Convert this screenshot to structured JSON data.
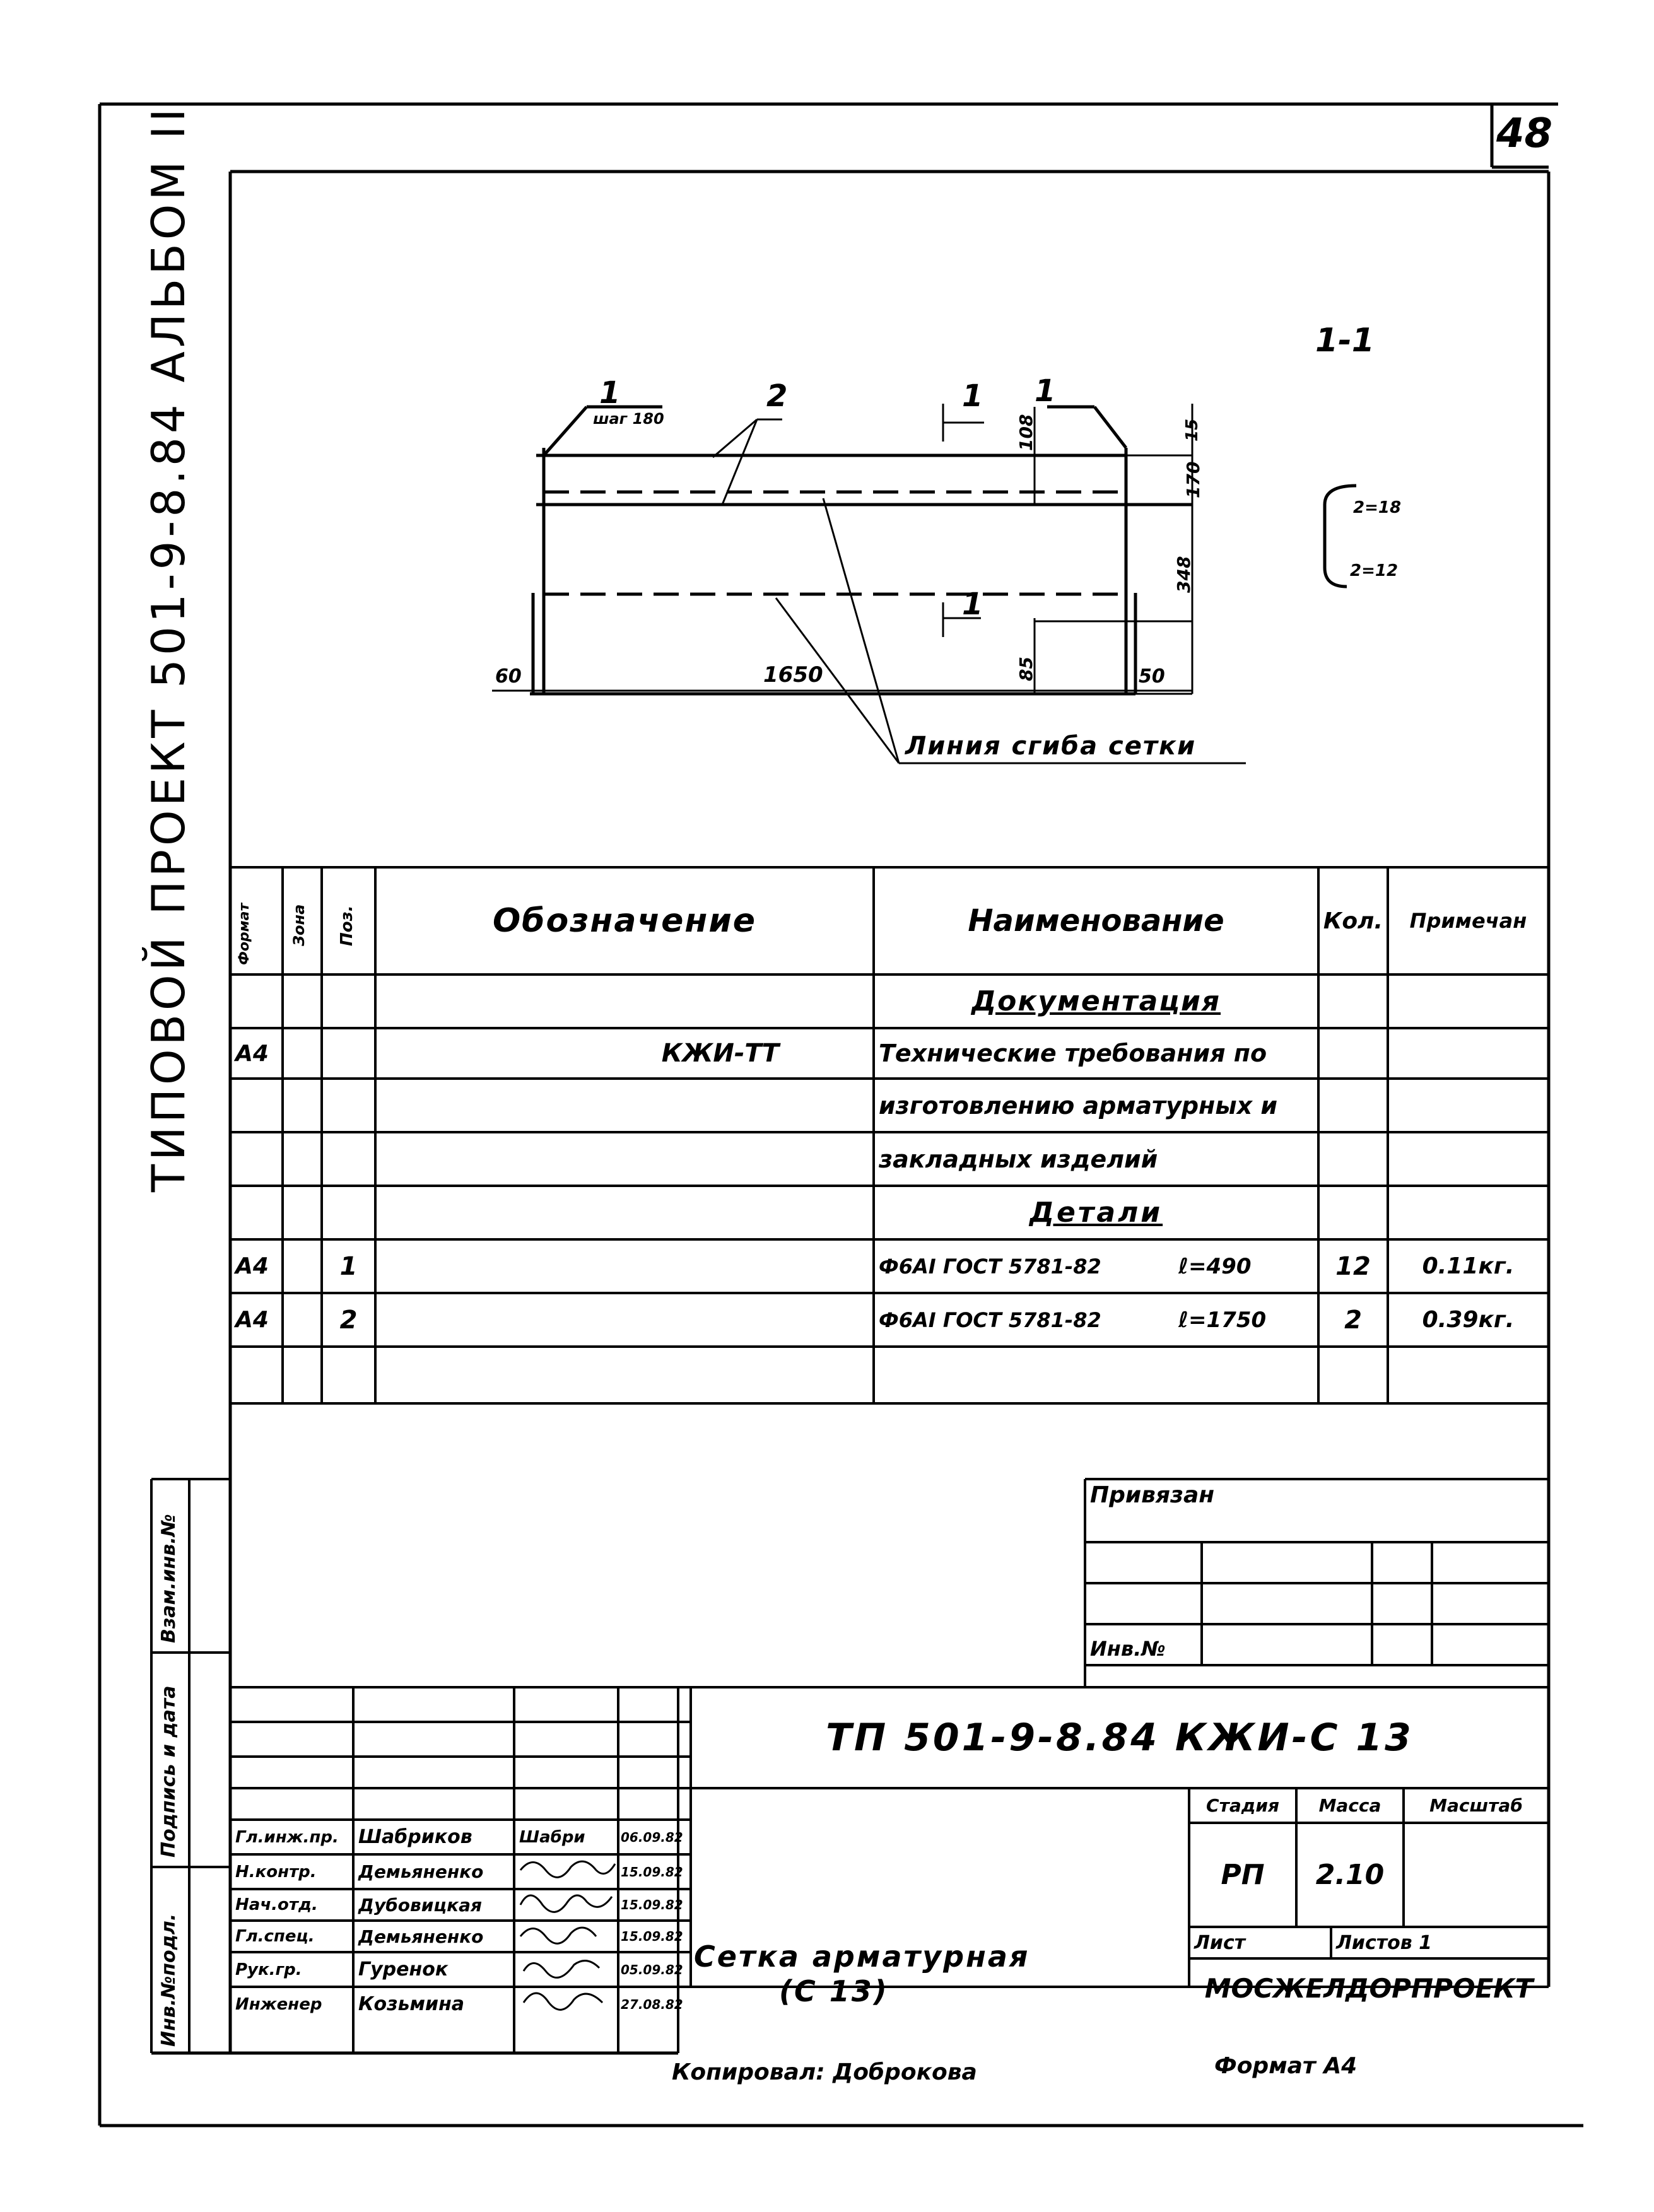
{
  "sheet": {
    "page_number": "48",
    "vertical_title": "ТИПОВОЙ  ПРОЕКТ  501-9-8.84   АЛЬБОМ ІІ"
  },
  "drawing": {
    "section_label": "1-1",
    "labels": {
      "pos1_left": "1",
      "pitch": "шаг 180",
      "pos2": "2",
      "cut_top": "1",
      "pos1_right": "1",
      "cut_bottom": "1",
      "dim_108": "108",
      "dim_15": "15",
      "dim_170": "170",
      "dim_348": "348",
      "dim_85": "85",
      "dim_60": "60",
      "dim_1650": "1650",
      "dim_50": "50",
      "bend_line": "Линия сгиба сетки"
    },
    "section_view": {
      "z_top": "2=18",
      "z_bottom": "2=12"
    }
  },
  "spec": {
    "headers": {
      "format": "Формат",
      "zone": "Зона",
      "pos": "Поз.",
      "designation": "Обозначение",
      "name": "Наименование",
      "qty": "Кол.",
      "note": "Примечан"
    },
    "rows": [
      {
        "format": "",
        "zone": "",
        "pos": "",
        "designation": "",
        "name": "Документация",
        "qty": "",
        "note": ""
      },
      {
        "format": "А4",
        "zone": "",
        "pos": "",
        "designation": "КЖИ-ТТ",
        "name": "Технические требования по",
        "qty": "",
        "note": ""
      },
      {
        "format": "",
        "zone": "",
        "pos": "",
        "designation": "",
        "name": "изготовлению арматурных и",
        "qty": "",
        "note": ""
      },
      {
        "format": "",
        "zone": "",
        "pos": "",
        "designation": "",
        "name": "закладных изделий",
        "qty": "",
        "note": ""
      },
      {
        "format": "",
        "zone": "",
        "pos": "",
        "designation": "",
        "name": "Детали",
        "qty": "",
        "note": ""
      },
      {
        "format": "А4",
        "zone": "",
        "pos": "1",
        "designation": "",
        "name": "Ф6АІ ГОСТ 5781-82",
        "length": "ℓ=490",
        "qty": "12",
        "note": "0.11кг."
      },
      {
        "format": "А4",
        "zone": "",
        "pos": "2",
        "designation": "",
        "name": "Ф6АІ ГОСТ 5781-82",
        "length": "ℓ=1750",
        "qty": "2",
        "note": "0.39кг."
      },
      {
        "format": "",
        "zone": "",
        "pos": "",
        "designation": "",
        "name": "",
        "qty": "",
        "note": ""
      }
    ]
  },
  "side_stamp": {
    "top": "Взам.инв.№",
    "middle": "Подпись и дата",
    "bottom": "Инв.№подл."
  },
  "binding": {
    "title": "Привязан",
    "inv": "Инв.№"
  },
  "title_block": {
    "code": "ТП 501-9-8.84   КЖИ-С 13",
    "people": [
      {
        "role": "Гл.инж.пр.",
        "name": "Шабриков",
        "sign": "Шабри",
        "date": "06.09.82"
      },
      {
        "role": "Н.контр.",
        "name": "Демьяненко",
        "sign": "",
        "date": "15.09.82"
      },
      {
        "role": "Нач.отд.",
        "name": "Дубовицкая",
        "sign": "",
        "date": "15.09.82"
      },
      {
        "role": "Гл.спец.",
        "name": "Демьяненко",
        "sign": "",
        "date": "15.09.82"
      },
      {
        "role": "Рук.гр.",
        "name": "Гуренок",
        "sign": "",
        "date": "05.09.82"
      },
      {
        "role": "Инженер",
        "name": "Козьмина",
        "sign": "",
        "date": "27.08.82"
      }
    ],
    "product_name_1": "Сетка  арматурная",
    "product_name_2": "(С 13)",
    "stage_label": "Стадия",
    "mass_label": "Масса",
    "scale_label": "Масштаб",
    "stage": "РП",
    "mass": "2.10",
    "sheet_label": "Лист",
    "sheets_label": "Листов 1",
    "org": "МОСЖЕЛДОРПРОЕКТ"
  },
  "footer": {
    "copied": "Копировал: Доброкова",
    "format": "Формат А4"
  }
}
